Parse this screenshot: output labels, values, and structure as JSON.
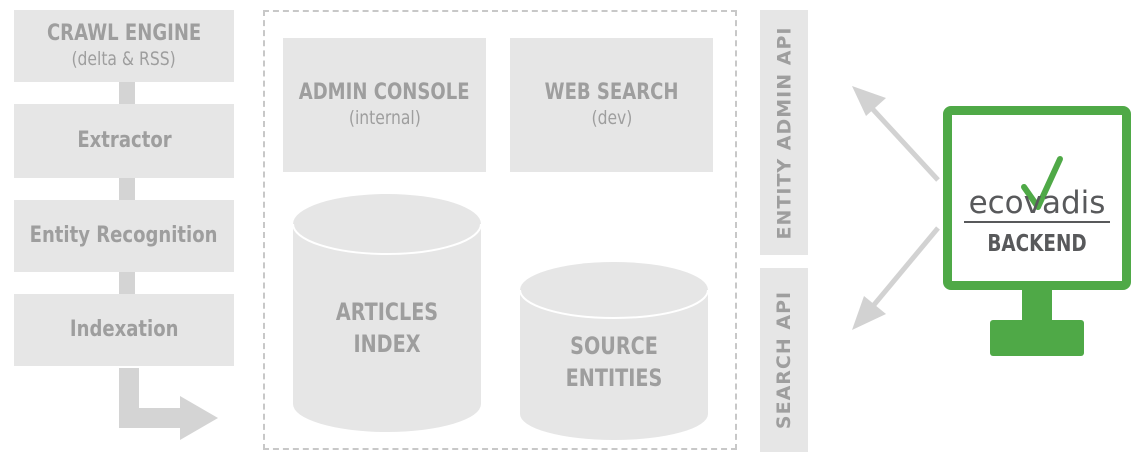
{
  "pipeline": {
    "crawl_engine": {
      "title": "CRAWL ENGINE",
      "subtitle": "(delta & RSS)"
    },
    "extractor": "Extractor",
    "entity_recognition": "Entity Recognition",
    "indexation": "Indexation"
  },
  "platform": {
    "admin_console": {
      "title": "ADMIN CONSOLE",
      "subtitle": "(internal)"
    },
    "web_search": {
      "title": "WEB SEARCH",
      "subtitle": "(dev)"
    },
    "articles_index": {
      "line1": "ARTICLES",
      "line2": "INDEX"
    },
    "source_entities": {
      "line1": "SOURCE",
      "line2": "ENTITIES"
    }
  },
  "apis": {
    "entity_admin_api": "ENTITY ADMIN API",
    "search_api": "SEARCH API"
  },
  "backend": {
    "logo_text": "ecovadis",
    "label": "BACKEND"
  },
  "colors": {
    "box_fill": "#e6e6e6",
    "text_gray": "#9e9e9e",
    "brand_green": "#4fa947",
    "logo_gray": "#58595b"
  }
}
